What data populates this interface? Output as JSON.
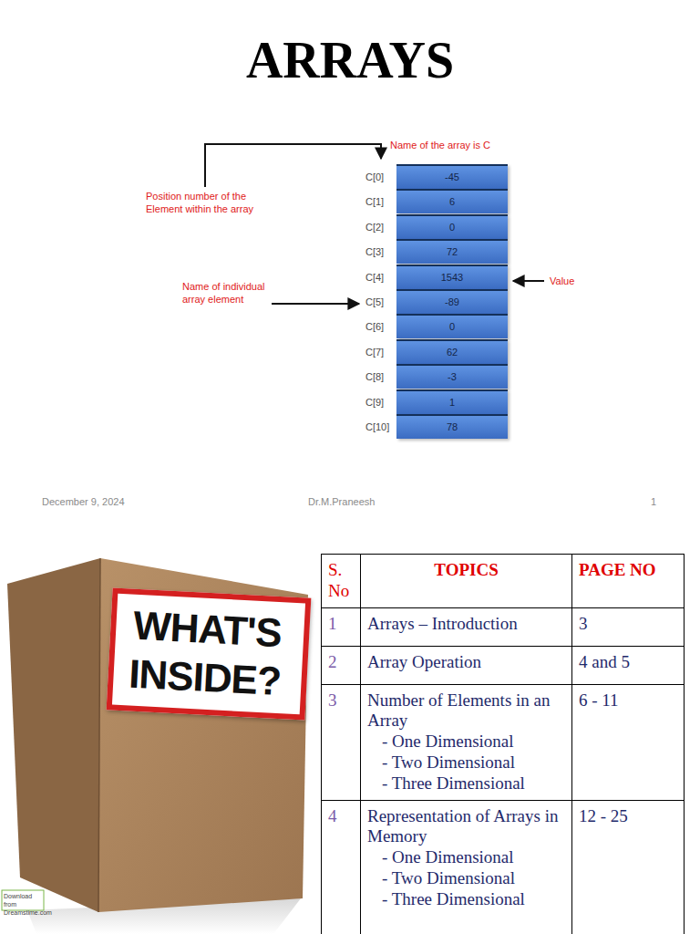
{
  "diagram": {
    "title": "ARRAYS",
    "nodes": [
      {
        "text": [
          "C[0]",
          "-45"
        ]
      },
      {
        "text": [
          "C[1]",
          "6"
        ]
      },
      {
        "text": [
          "C[2]",
          "0"
        ]
      },
      {
        "text": [
          "C[3]",
          "72"
        ]
      },
      {
        "text": [
          "C[4]",
          "1543"
        ]
      },
      {
        "text": [
          "C[5]",
          "-89"
        ]
      },
      {
        "text": [
          "C[6]",
          "0"
        ]
      },
      {
        "text": [
          "C[7]",
          "62"
        ]
      },
      {
        "text": [
          "C[8]",
          "-3"
        ]
      },
      {
        "text": [
          "C[9]",
          "1"
        ]
      },
      {
        "text": [
          "C[10]",
          "78"
        ]
      },
      {
        "text": [
          "WHAT'S INSIDE?"
        ]
      }
    ],
    "labels": [
      "Name of the array is C",
      "Position number of the Element within the array",
      "Name of individual array element",
      "Value",
      "December 9, 2024",
      "Dr.M.Praneesh",
      "1",
      "S. No",
      "TOPICS",
      "PAGE NO",
      "1",
      "Arrays – Introduction",
      "3",
      "2",
      "Array Operation",
      "4 and 5",
      "3",
      "Number of Elements in an Array",
      "- One Dimensional",
      "- Two Dimensional",
      "- Three Dimensional",
      "6 - 11",
      "4",
      "Representation of Arrays in Memory",
      "- One Dimensional",
      "- Two Dimensional",
      "- Three Dimensional",
      "12 - 25",
      "Download from Dreamstime.com"
    ]
  }
}
